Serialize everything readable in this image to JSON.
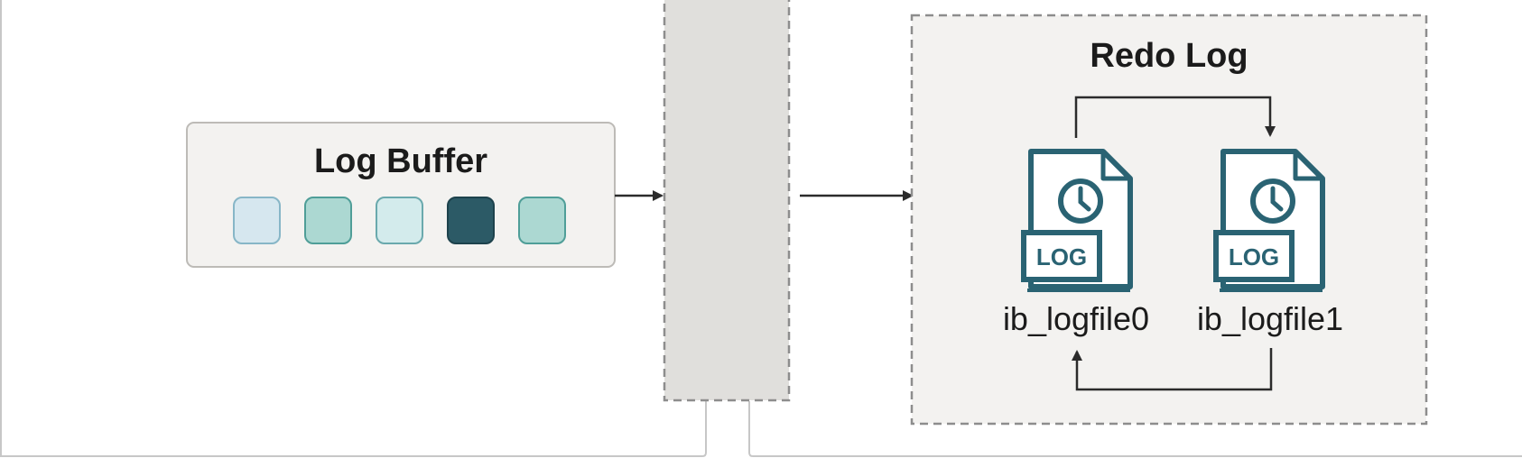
{
  "log_buffer": {
    "title": "Log Buffer",
    "slots": [
      {
        "fill": "#d6e7ef",
        "stroke": "#87b6c7"
      },
      {
        "fill": "#acd8d2",
        "stroke": "#4f9e98"
      },
      {
        "fill": "#d3ebec",
        "stroke": "#6aa9ad"
      },
      {
        "fill": "#2c5a66",
        "stroke": "#1d424c"
      },
      {
        "fill": "#acd8d2",
        "stroke": "#4f9e98"
      }
    ]
  },
  "redo_log": {
    "title": "Redo Log",
    "files": [
      {
        "name": "ib_logfile0",
        "icon_text": "LOG",
        "icon": "log-file-clock-icon"
      },
      {
        "name": "ib_logfile1",
        "icon_text": "LOG",
        "icon": "log-file-clock-icon"
      }
    ]
  },
  "colors": {
    "icon": "#2a6373",
    "arrow": "#2b2b2b",
    "panel_fill": "#f3f2f0",
    "panel_border": "#8d8d8d",
    "column_fill": "#e0dfdc"
  }
}
